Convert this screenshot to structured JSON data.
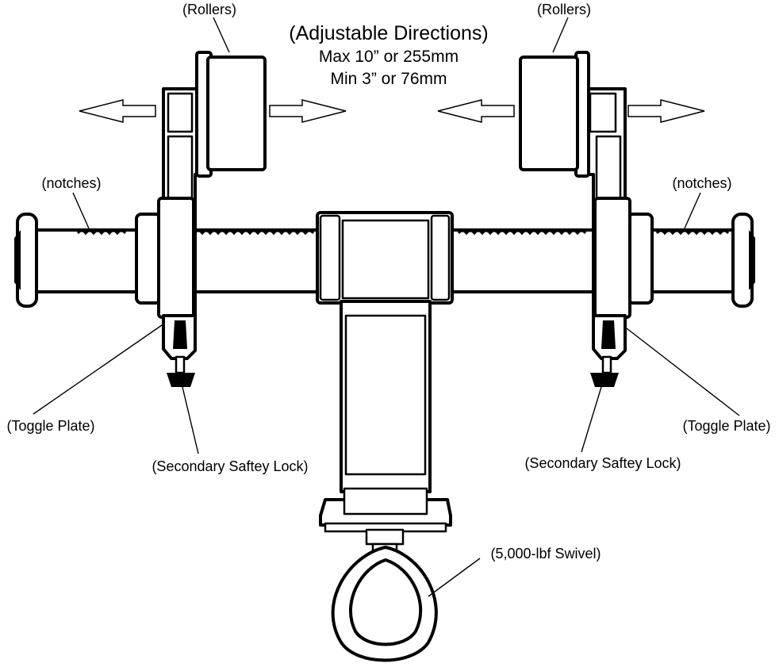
{
  "header": {
    "title": "(Adjustable Directions)",
    "max_line": "Max 10” or 255mm",
    "min_line": "Min 3” or 76mm"
  },
  "labels": {
    "rollers_left": "(Rollers)",
    "rollers_right": "(Rollers)",
    "notches_left": "(notches)",
    "notches_right": "(notches)",
    "toggle_left": "(Toggle Plate)",
    "toggle_right": "(Toggle Plate)",
    "lock_left": "(Secondary Saftey Lock)",
    "lock_right": "(Secondary Saftey Lock)",
    "swivel": "(5,000-lbf Swivel)"
  }
}
